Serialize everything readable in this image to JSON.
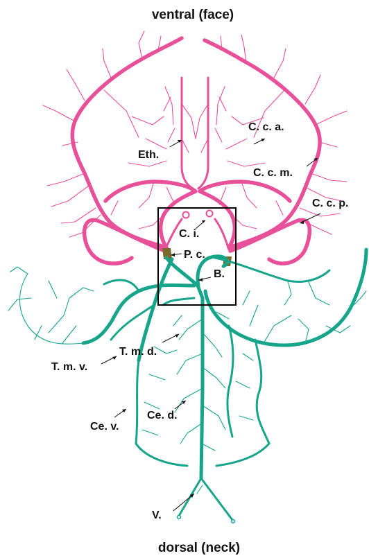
{
  "titles": {
    "top": "ventral (face)",
    "bottom": "dorsal (neck)"
  },
  "labels": {
    "eth": "Eth.",
    "cca": "C. c. a.",
    "ccm": "C. c. m.",
    "ccp": "C. c. p.",
    "ci": "C. i.",
    "pc": "P. c.",
    "b": "B.",
    "tmd": "T. m. d.",
    "tmv": "T. m. v.",
    "ced": "Ce. d.",
    "cev": "Ce. v.",
    "v": "V."
  },
  "colors": {
    "anterior_vessels": "#e8509a",
    "posterior_vessels": "#16a58a",
    "posterior_communicating": "#7a6b2a",
    "frame": "#000000"
  }
}
